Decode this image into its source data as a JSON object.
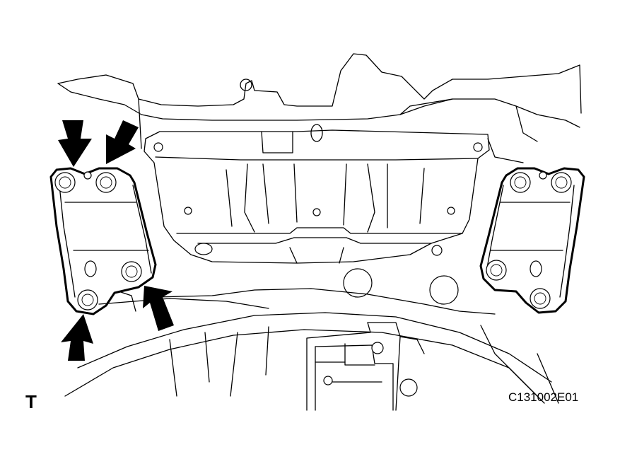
{
  "labels": {
    "view_mark": "T",
    "figure_code": "C131002E01"
  },
  "colors": {
    "line": "#000000",
    "background": "#ffffff"
  },
  "callouts": {
    "arrow_count": 4,
    "target": "bolts"
  }
}
